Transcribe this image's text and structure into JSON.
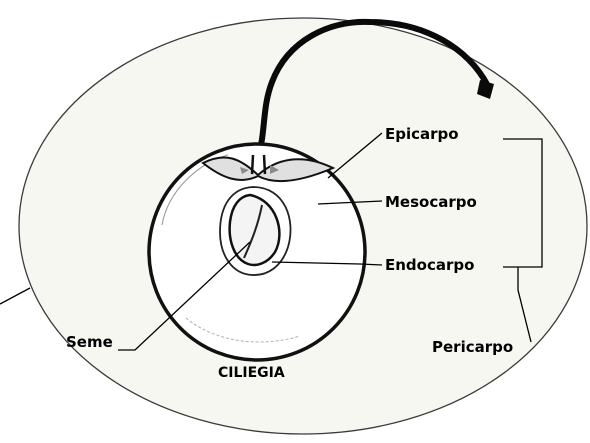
{
  "title": "CILIEGIA",
  "labels": {
    "epicarpo": "Epicarpo",
    "mesocarpo": "Mesocarpo",
    "endocarpo": "Endocarpo",
    "seme": "Seme",
    "pericarpo": "Pericarpo"
  }
}
